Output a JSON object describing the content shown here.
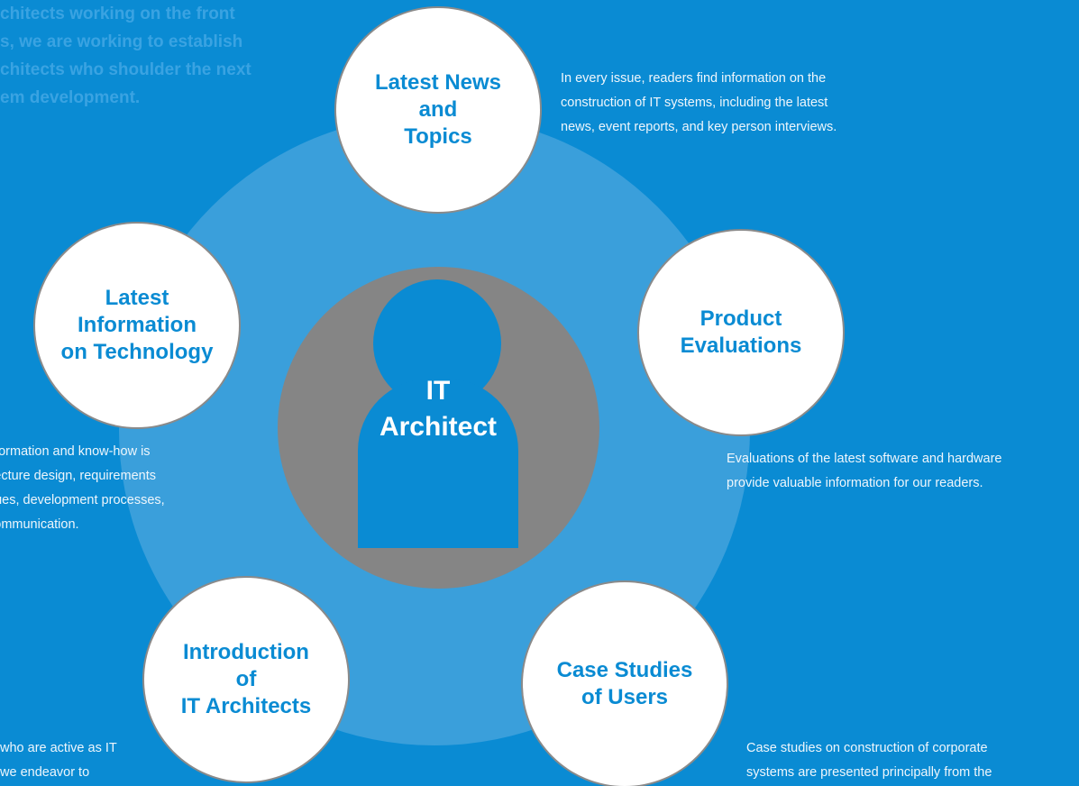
{
  "intro_lines": [
    "chitects working on the front",
    "s, we are working to establish",
    "chitects who shoulder the next",
    "em development."
  ],
  "center": {
    "lines": [
      "IT",
      "Architect"
    ]
  },
  "bubbles": {
    "news": {
      "lines": [
        "Latest News",
        "and",
        "Topics"
      ]
    },
    "tech": {
      "lines": [
        "Latest",
        "Information",
        "on Technology"
      ]
    },
    "prod": {
      "lines": [
        "Product",
        "Evaluations"
      ]
    },
    "arch": {
      "lines": [
        "Introduction",
        "of",
        "IT Architects"
      ]
    },
    "case": {
      "lines": [
        "Case Studies",
        "of Users"
      ]
    }
  },
  "descriptions": {
    "news": [
      "In every issue, readers find information on the",
      "construction of IT systems, including the latest",
      "news, event reports, and key person interviews."
    ],
    "prod": [
      "Evaluations of the latest software and hardware",
      "provide valuable information for our readers."
    ],
    "tech": [
      "nformation and know-how is",
      "itecture design, requirements",
      "ques, development processes,",
      " communication."
    ],
    "arch": [
      "who are active as IT",
      "we endeavor to"
    ],
    "case": [
      "Case studies on construction of corporate",
      "systems are presented principally from the"
    ]
  },
  "colors": {
    "background": "#0a8bd3",
    "ring": "#3a9fdb",
    "center_disc": "#858585",
    "bubble_text": "#0a8bd3"
  }
}
